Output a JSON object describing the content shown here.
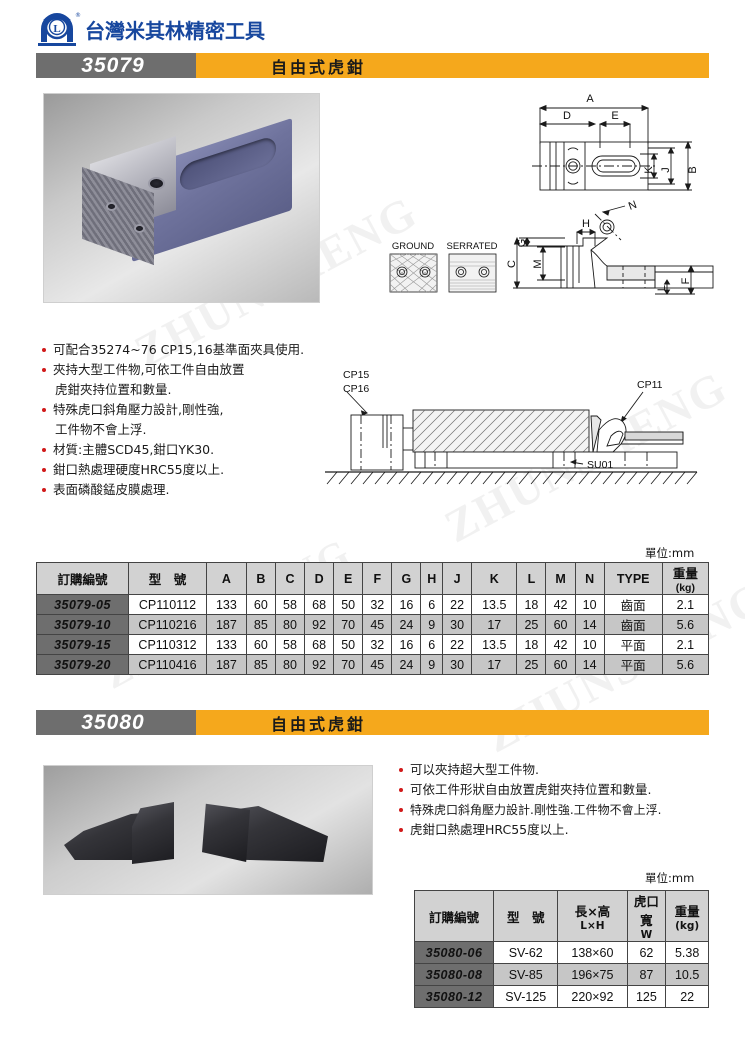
{
  "brand": {
    "name": "台灣米其林精密工具",
    "logo_alt": "company-logo",
    "registered_mark": "®"
  },
  "sections": [
    {
      "code": "35079",
      "name": "自由式虎鉗",
      "bullets": [
        {
          "text": "可配合35274~76 CP15,16基準面夾具使用.",
          "bullet": true
        },
        {
          "text": "夾持大型工件物,可依工件自由放置",
          "bullet": true
        },
        {
          "text": "虎鉗夾持位置和數量.",
          "bullet": false
        },
        {
          "text": "特殊虎口斜角壓力設計,剛性強,",
          "bullet": true
        },
        {
          "text": "工件物不會上浮.",
          "bullet": false
        },
        {
          "text": "材質:主體SCD45,鉗口YK30.",
          "bullet": true
        },
        {
          "text": "鉗口熱處理硬度HRC55度以上.",
          "bullet": true
        },
        {
          "text": "表面磷酸錳皮膜處理.",
          "bullet": true
        }
      ],
      "unit_label": "單位:mm",
      "table": {
        "headers": [
          "訂購編號",
          "型　號",
          "A",
          "B",
          "C",
          "D",
          "E",
          "F",
          "G",
          "H",
          "J",
          "K",
          "L",
          "M",
          "N",
          "TYPE",
          "重量"
        ],
        "weight_unit": "(kg)",
        "rows": [
          {
            "order": "35079-05",
            "model": "CP110112",
            "values": [
              "133",
              "60",
              "58",
              "68",
              "50",
              "32",
              "16",
              "6",
              "22",
              "13.5",
              "18",
              "42",
              "10"
            ],
            "type": "齒面",
            "weight": "2.1"
          },
          {
            "order": "35079-10",
            "model": "CP110216",
            "values": [
              "187",
              "85",
              "80",
              "92",
              "70",
              "45",
              "24",
              "9",
              "30",
              "17",
              "25",
              "60",
              "14"
            ],
            "type": "齒面",
            "weight": "5.6"
          },
          {
            "order": "35079-15",
            "model": "CP110312",
            "values": [
              "133",
              "60",
              "58",
              "68",
              "50",
              "32",
              "16",
              "6",
              "22",
              "13.5",
              "18",
              "42",
              "10"
            ],
            "type": "平面",
            "weight": "2.1"
          },
          {
            "order": "35079-20",
            "model": "CP110416",
            "values": [
              "187",
              "85",
              "80",
              "92",
              "70",
              "45",
              "24",
              "9",
              "30",
              "17",
              "25",
              "60",
              "14"
            ],
            "type": "平面",
            "weight": "5.6"
          }
        ]
      },
      "drawing_labels": {
        "top_view": [
          "A",
          "D",
          "E",
          "B",
          "K",
          "J"
        ],
        "side_view": [
          "N",
          "H",
          "G",
          "C",
          "M",
          "L",
          "F"
        ],
        "jaw_types": [
          "GROUND",
          "SERRATED"
        ],
        "assembly": [
          "CP15",
          "CP16",
          "CP11",
          "SU01"
        ]
      }
    },
    {
      "code": "35080",
      "name": "自由式虎鉗",
      "bullets": [
        {
          "text": "可以夾持超大型工件物.",
          "bullet": true
        },
        {
          "text": "可依工件形狀自由放置虎鉗夾持位置和數量.",
          "bullet": true
        },
        {
          "text": "特殊虎口斜角壓力設計.剛性強.工件物不會上浮.",
          "bullet": true
        },
        {
          "text": "虎鉗口熱處理HRC55度以上.",
          "bullet": true
        }
      ],
      "unit_label": "單位:mm",
      "table": {
        "headers": [
          "訂購編號",
          "型　號",
          "長×高",
          "虎口寬",
          "重量"
        ],
        "subheaders": [
          "",
          "",
          "L×H",
          "W",
          "(kg)"
        ],
        "rows": [
          {
            "order": "35080-06",
            "model": "SV-62",
            "size": "138×60",
            "width": "62",
            "weight": "5.38"
          },
          {
            "order": "35080-08",
            "model": "SV-85",
            "size": "196×75",
            "width": "87",
            "weight": "10.5"
          },
          {
            "order": "35080-12",
            "model": "SV-125",
            "size": "220×92",
            "width": "125",
            "weight": "22"
          }
        ]
      }
    }
  ],
  "watermark": "ZHUNSHENG",
  "colors": {
    "brand_blue": "#17479e",
    "title_gray": "#6e6e6e",
    "title_orange": "#f5a81c",
    "bullet_red": "#d11a1a",
    "table_header": "#d2d2d2",
    "table_alt_row": "#c6c6c6"
  }
}
